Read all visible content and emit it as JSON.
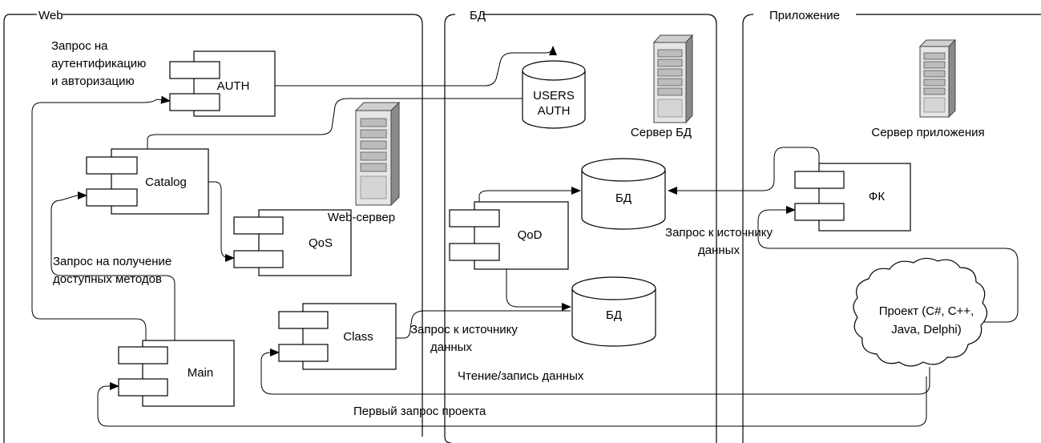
{
  "zones": {
    "web": "Web",
    "db": "БД",
    "app": "Приложение"
  },
  "servers": {
    "web": "Web-сервер",
    "db": "Сервер БД",
    "app": "Сервер приложения"
  },
  "components": {
    "auth": "AUTH",
    "catalog": "Catalog",
    "qos": "QoS",
    "class": "Class",
    "main": "Main",
    "qod": "QoD",
    "fk": "ФК"
  },
  "databases": {
    "users_auth": [
      "USERS",
      "AUTH"
    ],
    "bd_top": "БД",
    "bd_bottom": "БД"
  },
  "project_cloud": [
    "Проект (C#, C++,",
    "Java, Delphi)"
  ],
  "labels": {
    "auth_request": [
      "Запрос на",
      "аутентификацию",
      "и авторизацию"
    ],
    "methods_request": [
      "Запрос на получение",
      "доступных методов"
    ],
    "data_source_request_1": [
      "Запрос к источнику",
      "данных"
    ],
    "data_source_request_2": [
      "Запрос к источнику",
      "данных"
    ],
    "read_write": "Чтение/запись данных",
    "first_request": "Первый запрос проекта"
  }
}
